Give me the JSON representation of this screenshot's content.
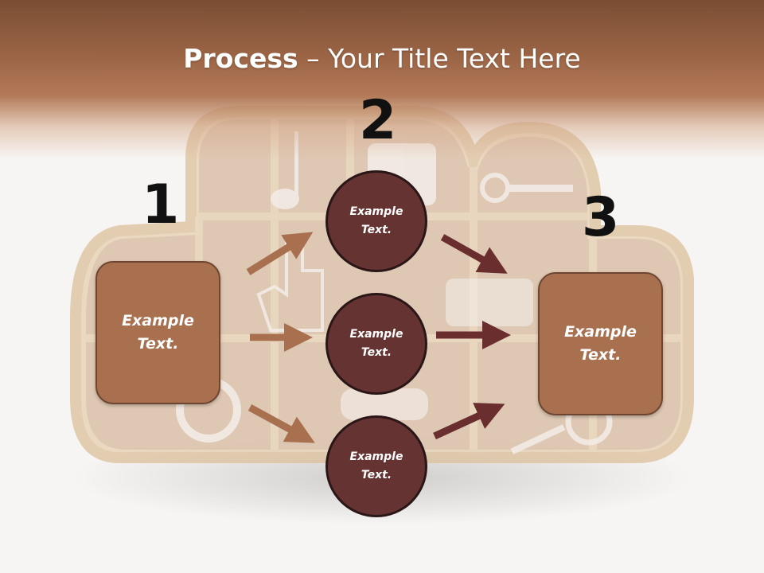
{
  "slide": {
    "title_bold": "Process",
    "title_rest": " – Your Title Text Here",
    "steps": [
      {
        "number": "1",
        "text": "Example\nText."
      },
      {
        "number": "2",
        "text": "Example\nText."
      },
      {
        "number": "3",
        "text": "Example\nText."
      }
    ],
    "circles": [
      {
        "text": "Example\nText."
      },
      {
        "text": "Example\nText."
      },
      {
        "text": "Example\nText."
      }
    ]
  },
  "colors": {
    "header_brown": "#9b6445",
    "box_fill": "#a8704f",
    "circle_fill": "#663333",
    "arrow_light": "#a8704f",
    "arrow_dark": "#6b2e2e",
    "shelf_wood": "#e8d4b8"
  }
}
